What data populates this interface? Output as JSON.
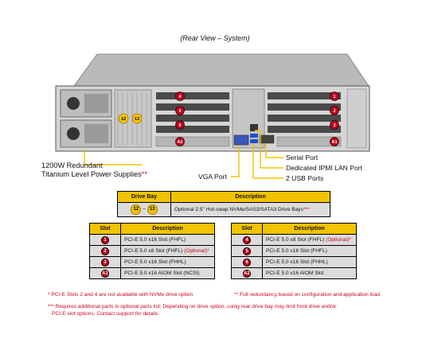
{
  "title": "(Rear View – System)",
  "callouts": {
    "psu_line1": "1200W Redundant",
    "psu_line2": "Titanium  Level Power Supplies",
    "psu_mark": "**",
    "vga": "VGA Port",
    "serial": "Serial Port",
    "ipmi": "Dedicated IPMI  LAN Port",
    "usb": "2 USB Ports"
  },
  "chassis_badges": {
    "slot1": "1",
    "slot2": "2",
    "slot3": "3",
    "slot4": "4",
    "slot5": "5",
    "slot6": "6",
    "aiom_left": "A1",
    "aiom_right": "A2",
    "bay_a": "12",
    "bay_b": "13"
  },
  "drive_table": {
    "headers": [
      "Drive Bay",
      "Description"
    ],
    "bay_from": "12",
    "bay_sep": "–",
    "bay_to": "13",
    "description": "Optional 2.5\" Hot-swap NVMe/SAS3/SATA3 Drive  Bays",
    "description_mark": "***"
  },
  "slot_table_left": {
    "headers": [
      "Slot",
      "Description"
    ],
    "rows": [
      {
        "slot": "1",
        "text": "PCI-E  5.0 x16 Slot (FHFL)",
        "note": ""
      },
      {
        "slot": "2",
        "text": "PCI-E  5.0 x8 Slot (FHFL)",
        "note": " (Optional)*"
      },
      {
        "slot": "3",
        "text": "PCI-E  5.0 x16 Slot (FHHL)",
        "note": ""
      },
      {
        "slot": "A1",
        "text": "PCI-E  5.0 x16 AIOM Slot (NCSI)",
        "note": ""
      }
    ]
  },
  "slot_table_right": {
    "headers": [
      "Slot",
      "Description"
    ],
    "rows": [
      {
        "slot": "4",
        "text": "PCI-E  5.0 x8 Slot (FHFL)",
        "note": " (Optional)*"
      },
      {
        "slot": "5",
        "text": "PCI-E  5.0 x16 Slot (FHFL)",
        "note": ""
      },
      {
        "slot": "6",
        "text": "PCI-E  5.0 x16 Slot (FHHL)",
        "note": ""
      },
      {
        "slot": "A2",
        "text": "PCI-E  5.0 x16 AIOM Slot",
        "note": ""
      }
    ]
  },
  "footnotes": {
    "f1": "*  PCI-E  Slots 2 and 4 are not available  with NVMe drive  option",
    "f2": "**  Full redundancy based on configuration and application load.",
    "f3_mark": "***",
    "f3_text": " Requires  additional parts in optional parts list; Depending on drive  option, using rear drive bay may limit front drive and/or",
    "f4": "PCI-E slot options. Contact support for details."
  },
  "colors": {
    "badge_red": "#c0001a",
    "badge_yellow": "#f5c400",
    "header_yellow": "#f2c300",
    "callout_line": "#f2c300",
    "footnote_red": "#d0021b"
  }
}
